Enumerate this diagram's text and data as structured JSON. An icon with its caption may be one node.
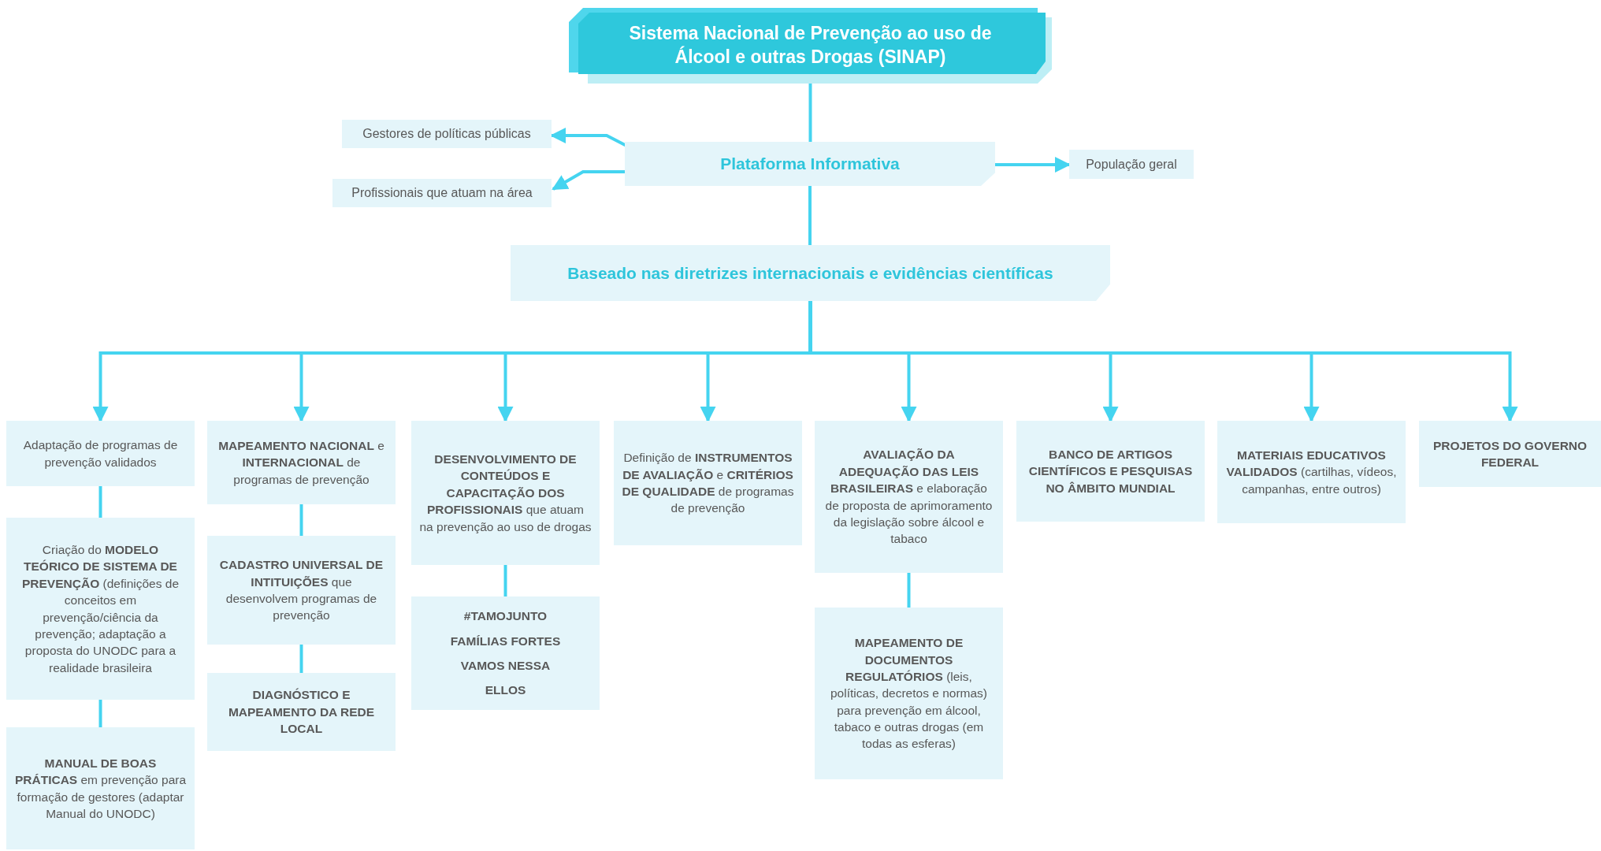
{
  "diagram": {
    "nodes": [
      {
        "text": [
          "Sistema Nacional de Prevenção ao uso de Álcool e outras Drogas (SINAP)"
        ]
      },
      {
        "text": [
          "Plataforma Informativa"
        ]
      },
      {
        "text": [
          "Gestores de políticas públicas"
        ]
      },
      {
        "text": [
          "Profissionais que atuam na área"
        ]
      },
      {
        "text": [
          "População geral"
        ]
      },
      {
        "text": [
          "Baseado nas diretrizes internacionais e evidências científicas"
        ]
      },
      {
        "text": [
          "Adaptação de programas de prevenção validados"
        ]
      },
      {
        "text": [
          "Criação do **MODELO TEÓRICO DE SISTEMA DE PREVENÇÃO** (definições de conceitos em prevenção/ciência da prevenção; adaptação a proposta do UNODC para a realidade brasileira"
        ]
      },
      {
        "text": [
          "**MANUAL DE BOAS PRÁTICAS** em prevenção para formação de gestores (adaptar Manual do UNODC)"
        ]
      },
      {
        "text": [
          "**MAPEAMENTO NACIONAL** e **INTERNACIONAL** de programas de prevenção"
        ]
      },
      {
        "text": [
          "**CADASTRO UNIVERSAL DE INTITUIÇÕES** que desenvolvem programas de prevenção"
        ]
      },
      {
        "text": [
          "DIAGNÓSTICO E MAPEAMENTO DA REDE LOCAL"
        ]
      },
      {
        "text": [
          "**DESENVOLVIMENTO DE CONTEÚDOS E CAPACITAÇÃO DOS PROFISSIONAIS** que atuam na prevenção ao uso de drogas"
        ]
      },
      {
        "text": [
          "#TAMOJUNTO",
          "FAMÍLIAS FORTES",
          "VAMOS NESSA",
          "ELLOS"
        ]
      },
      {
        "text": [
          "Definição de **INSTRUMENTOS DE AVALIAÇÃO** e **CRITÉRIOS DE QUALIDADE** de programas de prevenção"
        ]
      },
      {
        "text": [
          "**AVALIAÇÃO DA ADEQUAÇÃO DAS LEIS BRASILEIRAS** e elaboração de proposta de aprimoramento da legislação sobre álcool e tabaco"
        ]
      },
      {
        "text": [
          "**MAPEAMENTO DE DOCUMENTOS REGULATÓRIOS** (leis, políticas, decretos e normas) para prevenção em álcool, tabaco e outras drogas (em todas as esferas)"
        ]
      },
      {
        "text": [
          "BANCO DE ARTIGOS CIENTÍFICOS E PESQUISAS NO ÂMBITO MUNDIAL"
        ]
      },
      {
        "text": [
          "**MATERIAIS EDUCATIVOS VALIDADOS** (cartilhas, vídeos, campanhas, entre outros)"
        ]
      },
      {
        "text": [
          "PROJETOS DO GOVERNO FEDERAL"
        ]
      }
    ],
    "edges": [
      {
        "from": 0,
        "to": 1,
        "arrow": "none"
      },
      {
        "from": 1,
        "to": 2,
        "arrow": "to"
      },
      {
        "from": 1,
        "to": 3,
        "arrow": "to"
      },
      {
        "from": 1,
        "to": 4,
        "arrow": "to"
      },
      {
        "from": 1,
        "to": 5,
        "arrow": "none"
      },
      {
        "from": 5,
        "to": 6,
        "arrow": "to"
      },
      {
        "from": 5,
        "to": 9,
        "arrow": "to"
      },
      {
        "from": 5,
        "to": 12,
        "arrow": "to"
      },
      {
        "from": 5,
        "to": 14,
        "arrow": "to"
      },
      {
        "from": 5,
        "to": 15,
        "arrow": "to"
      },
      {
        "from": 5,
        "to": 17,
        "arrow": "to"
      },
      {
        "from": 5,
        "to": 18,
        "arrow": "to"
      },
      {
        "from": 5,
        "to": 19,
        "arrow": "to"
      },
      {
        "from": 6,
        "to": 7,
        "arrow": "none"
      },
      {
        "from": 7,
        "to": 8,
        "arrow": "none"
      },
      {
        "from": 9,
        "to": 10,
        "arrow": "none"
      },
      {
        "from": 10,
        "to": 11,
        "arrow": "none"
      },
      {
        "from": 12,
        "to": 13,
        "arrow": "none"
      },
      {
        "from": 15,
        "to": 16,
        "arrow": "none"
      }
    ]
  }
}
